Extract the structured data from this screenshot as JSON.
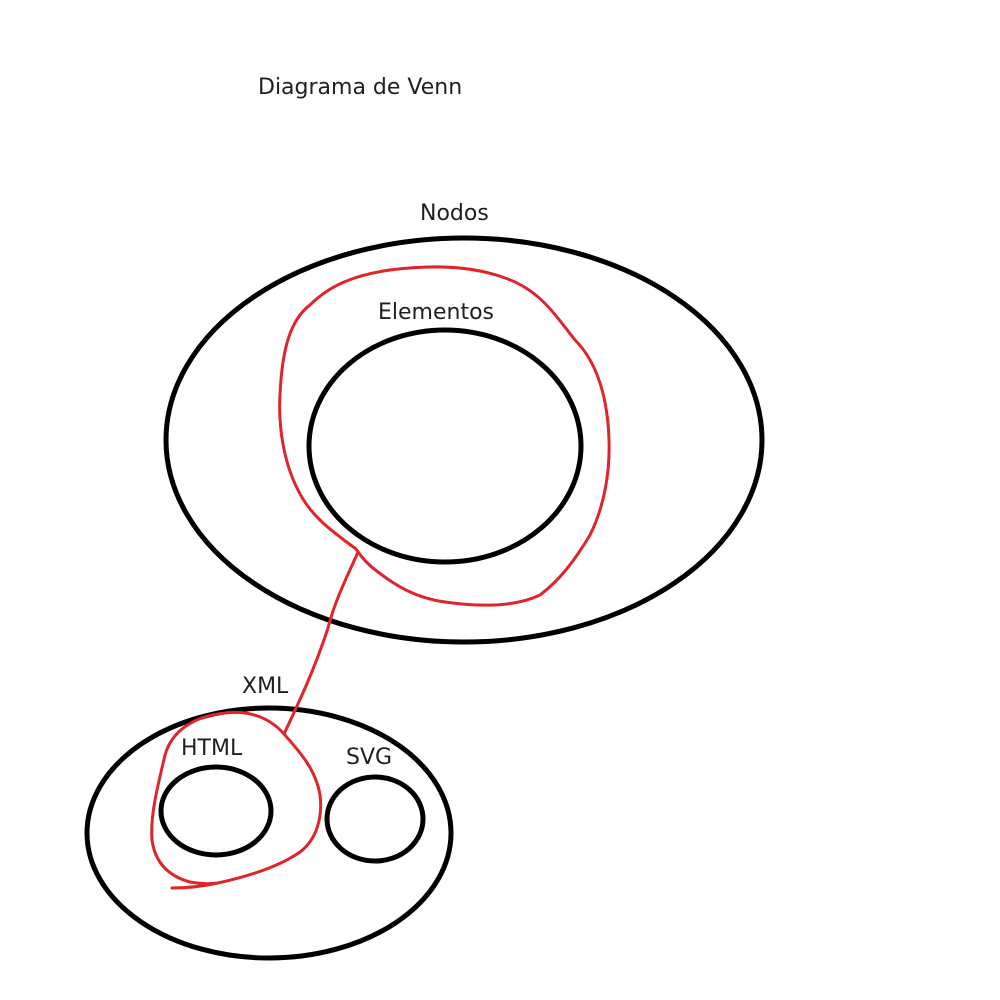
{
  "title": "Diagrama de Venn",
  "sets": {
    "nodos": "Nodos",
    "elementos": "Elementos",
    "xml": "XML",
    "html": "HTML",
    "svg": "SVG"
  },
  "colors": {
    "outline": "#000000",
    "highlight": "#e0242c",
    "text": "#1f1f1f"
  }
}
